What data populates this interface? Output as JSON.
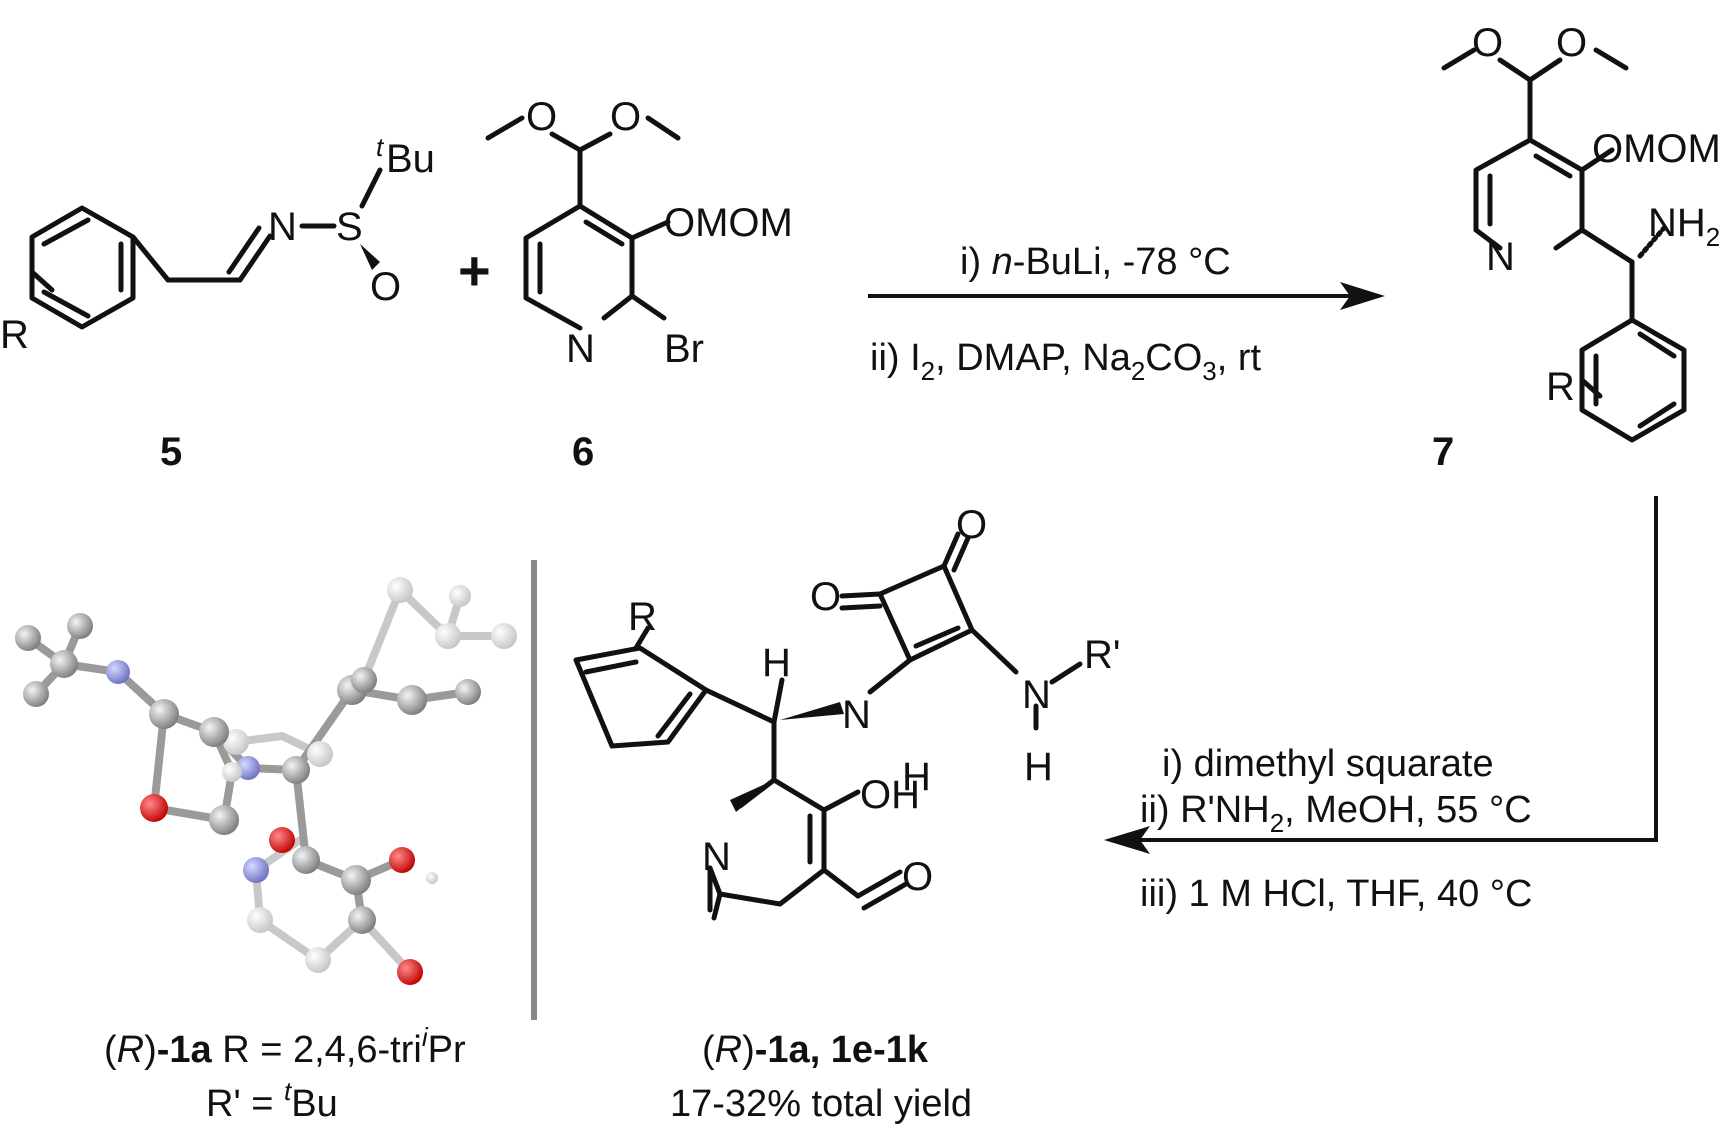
{
  "compounds": {
    "c5": {
      "number": "5",
      "substituent": "R",
      "tBu_prefix": "t",
      "tBu_main": "Bu",
      "N": "N",
      "S": "S",
      "O": "O"
    },
    "plus": "+",
    "c6": {
      "number": "6",
      "OMOM": "OMOM",
      "N": "N",
      "Br": "Br",
      "O1": "O",
      "O2": "O"
    },
    "c7": {
      "number": "7",
      "OMOM": "OMOM",
      "NH": "NH",
      "NH_sub": "2",
      "N": "N",
      "R": "R",
      "O1": "O",
      "O2": "O"
    }
  },
  "step1": {
    "cond_i_prefix": "i) ",
    "cond_i_reagent": "n",
    "cond_i_rest": "-BuLi, -78 °C",
    "cond_ii_a": "ii) I",
    "cond_ii_sub1": "2",
    "cond_ii_b": ", DMAP, Na",
    "cond_ii_sub2": "2",
    "cond_ii_c": "CO",
    "cond_ii_sub3": "3",
    "cond_ii_d": ", rt"
  },
  "step2": {
    "cond_i": "i) dimethyl squarate",
    "cond_ii_a": "ii) R'NH",
    "cond_ii_sub": "2",
    "cond_ii_b": ", MeOH, 55 °C",
    "cond_iii": "iii) 1 M HCl, THF, 40 °C"
  },
  "product": {
    "O1": "O",
    "O2": "O",
    "O3": "O",
    "R": "R",
    "H": "H",
    "NH_N": "N",
    "NH_H": "H",
    "NR_N": "N",
    "NR_R": "R'",
    "NR_H": "H",
    "OH": "OH",
    "N": "N",
    "caption_open": "(",
    "caption_R": "R",
    "caption_mid": ")",
    "caption_bold": "-1a, 1e-1k",
    "yield": "17-32% total yield"
  },
  "crystal": {
    "caption_open": "(",
    "caption_R": "R",
    "caption_mid": ")",
    "caption_bold": "-1a",
    "caption_rest": " R = 2,4,6-tri",
    "caption_sup": "i",
    "caption_end": "Pr",
    "caption2_a": "R' = ",
    "caption2_sup": "t",
    "caption2_b": "Bu"
  },
  "colors": {
    "bond": "#111111",
    "oxygen": "#d40000",
    "nitrogen": "#7b82c8",
    "carbon": "#9a9a9a",
    "divider": "#888888"
  }
}
